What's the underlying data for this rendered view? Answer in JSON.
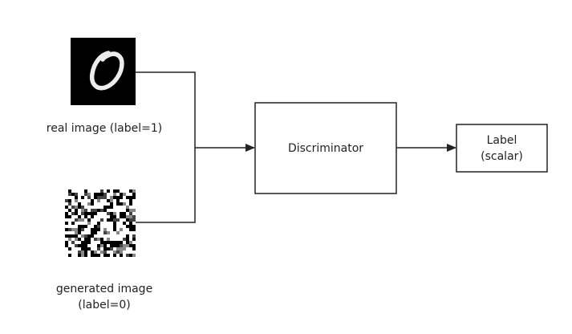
{
  "diagram": {
    "real_image": {
      "caption": "real image (label=1)"
    },
    "generated_image": {
      "caption_line1": "generated image",
      "caption_line2": "(label=0)"
    },
    "discriminator": {
      "label": "Discriminator"
    },
    "output": {
      "label_line1": "Label",
      "label_line2": "(scalar)"
    },
    "colors": {
      "stroke": "#222222",
      "image_bg": "#000000",
      "digit": "#f0f0f0"
    }
  }
}
